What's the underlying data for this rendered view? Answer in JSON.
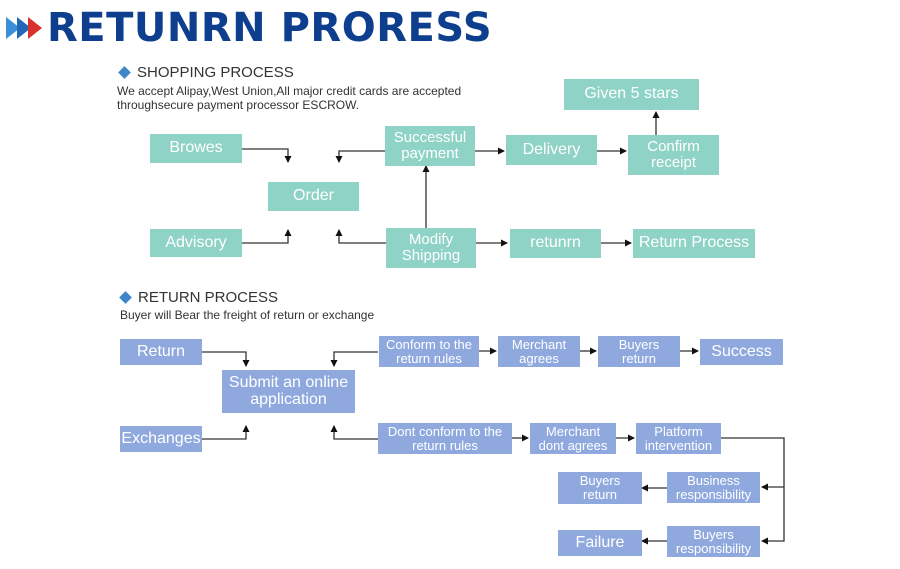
{
  "header": {
    "title": "RETUNRN PRORESS",
    "chevron_colors": [
      "#3a8fd6",
      "#2467b8",
      "#d9322b"
    ]
  },
  "shopping": {
    "heading": "SHOPPING PROCESS",
    "desc_line1": "We accept Alipay,West Union,All major credit cards are accepted",
    "desc_line2": "throughsecure payment processor ESCROW.",
    "nodes": {
      "browes": "Browes",
      "advisory": "Advisory",
      "order": "Order",
      "payment_line1": "Successful",
      "payment_line2": "payment",
      "modify_line1": "Modify",
      "modify_line2": "Shipping",
      "delivery": "Delivery",
      "returnrn": "retunrn",
      "confirm_line1": "Confirm",
      "confirm_line2": "receipt",
      "stars": "Given 5 stars",
      "return_process": "Return Process"
    }
  },
  "returns": {
    "heading": "RETURN PROCESS",
    "desc": "Buyer will Bear the freight of return or exchange",
    "nodes": {
      "return": "Return",
      "exchanges": "Exchanges",
      "submit_line1": "Submit an online",
      "submit_line2": "application",
      "conform_line1": "Conform to the",
      "conform_line2": "return rules",
      "merchant_line1": "Merchant",
      "merchant_line2": "agrees",
      "buyers_return_top_line1": "Buyers",
      "buyers_return_top_line2": "return",
      "success": "Success",
      "dont_line1": "Dont conform to the",
      "dont_line2": "return rules",
      "merchant_dont_line1": "Merchant",
      "merchant_dont_line2": "dont agrees",
      "platform_line1": "Platform",
      "platform_line2": "intervention",
      "business_line1": "Business",
      "business_line2": "responsibility",
      "buyers_return_line1": "Buyers",
      "buyers_return_line2": "return",
      "buyers_resp_line1": "Buyers",
      "buyers_resp_line2": "responsibility",
      "failure": "Failure"
    }
  },
  "colors": {
    "shopping_node": "#8fd3c6",
    "return_node": "#8fa9df",
    "title": "#0e3f8e",
    "diamond": "#3e86c8"
  }
}
